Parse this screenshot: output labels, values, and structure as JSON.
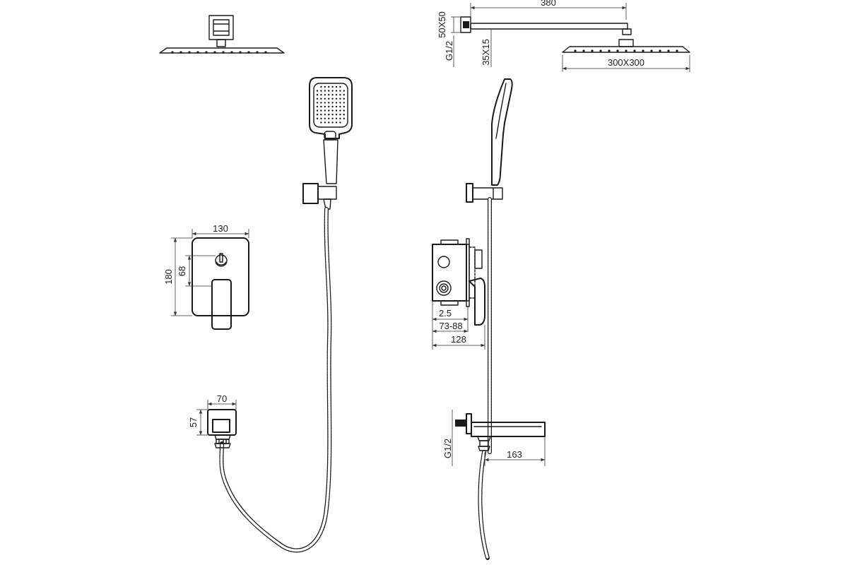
{
  "colors": {
    "line": "#1a1a1a",
    "dimension": "#333333",
    "background": "#ffffff"
  },
  "dimensions": {
    "arm_length": "380",
    "wall_flange": "50X50",
    "inlet_thread_top": "G1/2",
    "arm_profile": "35X15",
    "head_size": "300X300",
    "plate_width": "130",
    "plate_height": "180",
    "handle_offset": "68",
    "box_depth_small": "2.5",
    "box_depth_range": "73-88",
    "box_depth_total": "128",
    "outlet_width": "70",
    "outlet_height": "57",
    "inlet_thread_bottom": "G1/2",
    "spout_length": "163"
  }
}
